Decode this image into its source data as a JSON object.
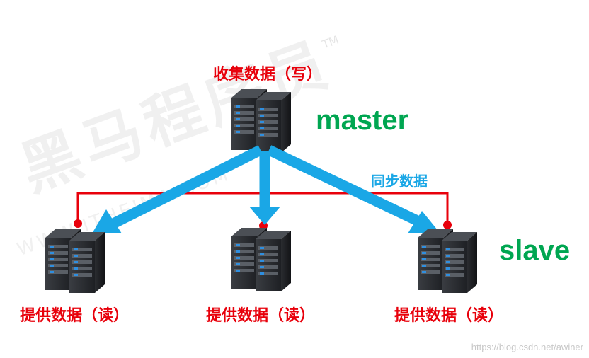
{
  "labels": {
    "master_top": "收集数据（写）",
    "master_name": "master",
    "sync": "同步数据",
    "slave_name": "slave",
    "slave_left": "提供数据（读）",
    "slave_mid": "提供数据（读）",
    "slave_right": "提供数据（读）"
  },
  "watermark": {
    "brand": "黑马程序员",
    "tm": "TM",
    "small": "WWW.ITHEIMA.COM",
    "url": "https://blog.csdn.net/awiner"
  },
  "colors": {
    "red": "#e8000b",
    "green": "#00a651",
    "arrow": "#1aa7e6"
  },
  "icons": {
    "server": "server-rack-icon"
  }
}
